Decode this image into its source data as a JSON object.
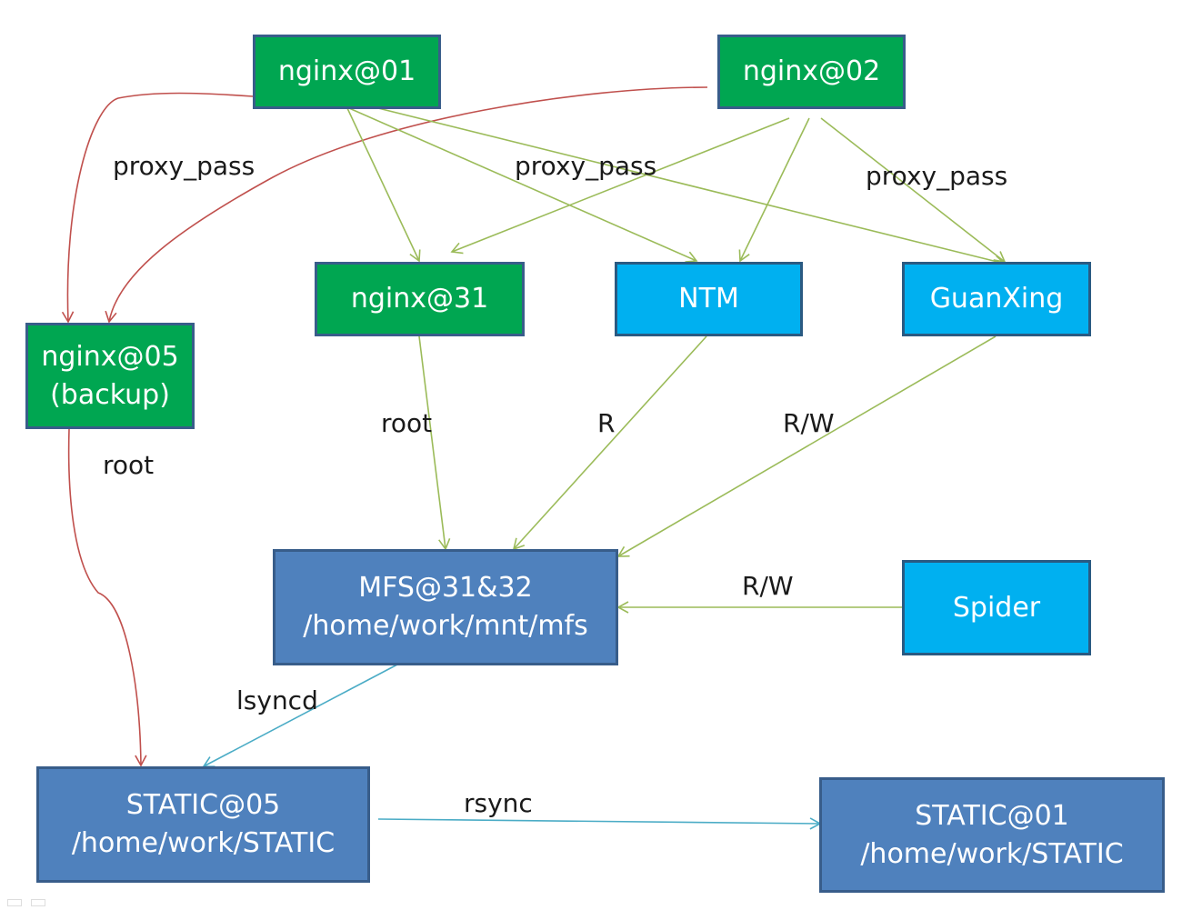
{
  "colors": {
    "app_server": "#00a651",
    "app_client": "#00b0f0",
    "storage": "#4f81bd",
    "proxy_line": "#c0504d",
    "access_line": "#9bbb59",
    "sync_line": "#4bacc6"
  },
  "nodes": {
    "nginx01": {
      "label": "nginx@01"
    },
    "nginx02": {
      "label": "nginx@02"
    },
    "nginx31": {
      "label": "nginx@31"
    },
    "ntm": {
      "label": "NTM"
    },
    "guanxing": {
      "label": "GuanXing"
    },
    "nginx05": {
      "line1": "nginx@05",
      "line2": "(backup)"
    },
    "mfs": {
      "line1": "MFS@31&32",
      "line2": "/home/work/mnt/mfs"
    },
    "spider": {
      "label": "Spider"
    },
    "static05": {
      "line1": "STATIC@05",
      "line2": "/home/work/STATIC"
    },
    "static01": {
      "line1": "STATIC@01",
      "line2": "/home/work/STATIC"
    }
  },
  "edge_labels": {
    "proxy_pass_left": "proxy_pass",
    "proxy_pass_middle": "proxy_pass",
    "proxy_pass_right": "proxy_pass",
    "root_nginx31": "root",
    "root_nginx05": "root",
    "read_ntm": "R",
    "read_write_guanxing": "R/W",
    "read_write_spider": "R/W",
    "lsyncd": "lsyncd",
    "rsync": "rsync"
  }
}
